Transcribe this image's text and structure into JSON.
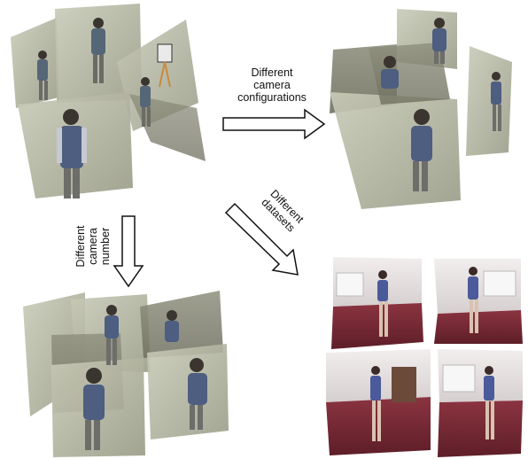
{
  "figure": {
    "arrows": {
      "configurations": {
        "lines": [
          "Different",
          "camera",
          "configurations"
        ]
      },
      "number": {
        "lines": [
          "Different",
          "camera",
          "number"
        ]
      },
      "datasets": {
        "lines": [
          "Different",
          "datasets"
        ]
      }
    },
    "colors": {
      "studio_wall": "#b9bca8",
      "studio_shadow": "#8d8e7c",
      "lab_wall": "#e4dede",
      "lab_floor": "#7a2a34",
      "arrow_fill": "#ffffff",
      "arrow_stroke": "#111111"
    }
  }
}
